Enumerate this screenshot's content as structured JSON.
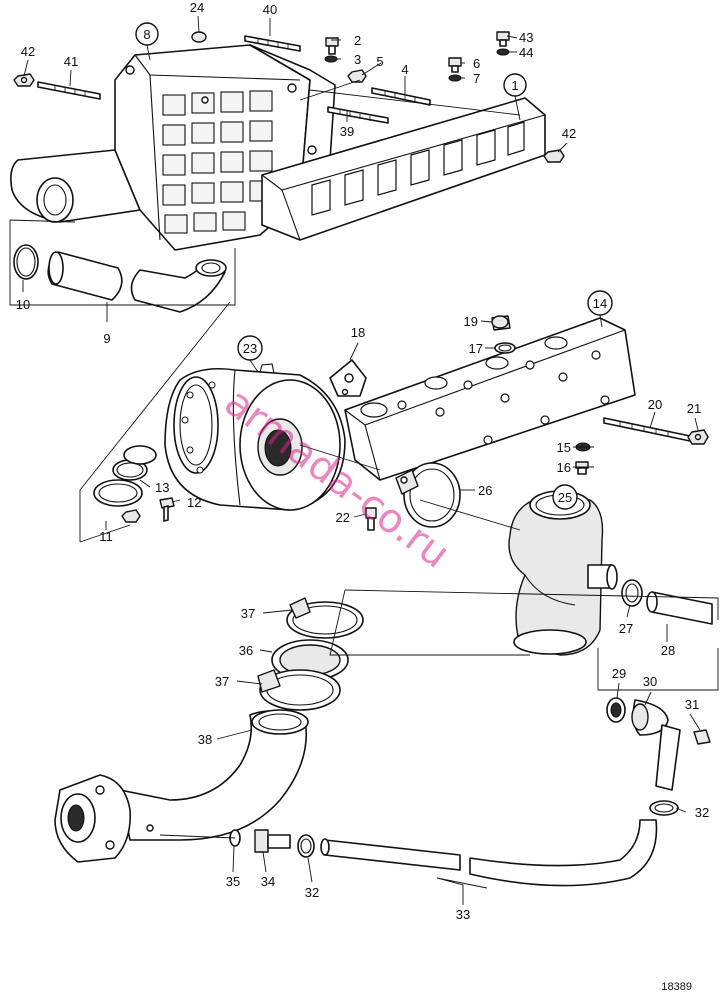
{
  "diagram": {
    "figure_number": "18389",
    "watermark": "armada-co.ru",
    "callouts": {
      "c1": "1",
      "c2": "2",
      "c3": "3",
      "c4": "4",
      "c5": "5",
      "c6": "6",
      "c7": "7",
      "c8": "8",
      "c9": "9",
      "c10": "10",
      "c11": "11",
      "c12": "12",
      "c13": "13",
      "c14": "14",
      "c15": "15",
      "c16": "16",
      "c17": "17",
      "c18": "18",
      "c19": "19",
      "c20": "20",
      "c21": "21",
      "c22": "22",
      "c23": "23",
      "c24": "24",
      "c25": "25",
      "c26": "26",
      "c27": "27",
      "c28": "28",
      "c29": "29",
      "c30": "30",
      "c31": "31",
      "c32a": "32",
      "c32b": "32",
      "c33": "33",
      "c34": "34",
      "c35": "35",
      "c36": "36",
      "c37a": "37",
      "c37b": "37",
      "c38": "38",
      "c39": "39",
      "c40": "40",
      "c41": "41",
      "c42a": "42",
      "c42b": "42",
      "c43": "43",
      "c44": "44"
    }
  }
}
